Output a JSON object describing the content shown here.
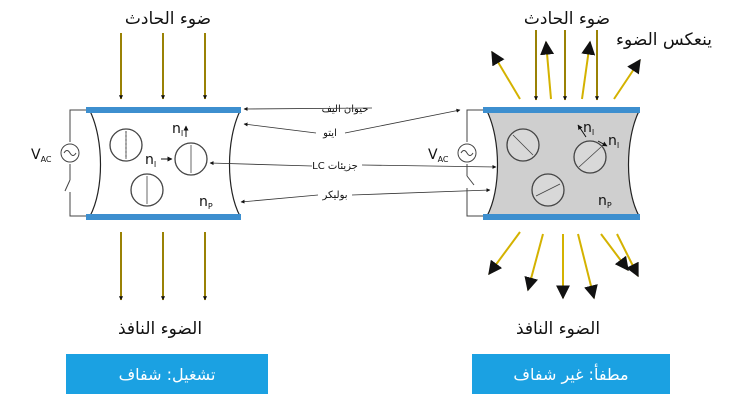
{
  "left_panel": {
    "title": "ضوء الحادث",
    "bottom_label": "الضوء النافذ",
    "state_label": "تشغيل: شفاف",
    "vac": "V",
    "vac_sub": "AC",
    "n_parallel": "n",
    "n_parallel_sub": "I",
    "n_perp": "n",
    "n_perp_sub": "I",
    "n_p": "n",
    "n_p_sub": "P"
  },
  "right_panel": {
    "title": "ضوء الحادث",
    "reflect_label": "ينعكس الضوء",
    "bottom_label": "الضوء النافذ",
    "state_label": "مطفأ: غير شفاف",
    "vac": "V",
    "vac_sub": "AC",
    "n_parallel": "n",
    "n_parallel_sub": "I",
    "n_perp": "n",
    "n_perp_sub": "I",
    "n_p": "n",
    "n_p_sub": "P"
  },
  "callouts": {
    "fiber": "حيوان اليف",
    "ito": "ايتو",
    "lc": "LC جزيئات",
    "polymer": "بوليكر"
  },
  "colors": {
    "electrode": "#3d8fcf",
    "arrow": "#d4b200",
    "button": "#1ba1e2",
    "off_fill": "#cfcfcf"
  }
}
